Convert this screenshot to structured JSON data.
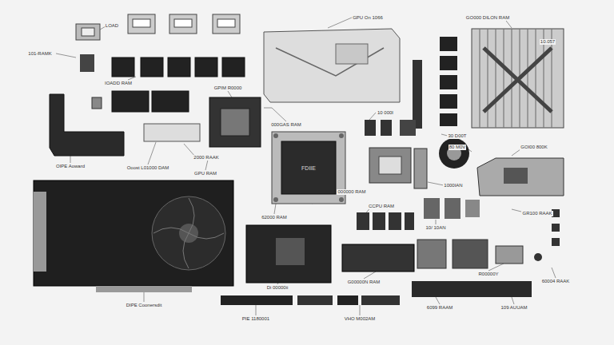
{
  "diagram": {
    "labels": [
      "LOAD",
      "101-RAMK",
      "IOADD RAM",
      "GPIM R0000",
      "GPU On 1066",
      "GO000 DILON RAM",
      "10.057",
      "10 000I",
      "000GAS RAM",
      "2000 RAAK",
      "30 D00T",
      "80 M0V",
      "GOI00 800K",
      "OIPE Aoward",
      "Ooost L01000 DAM",
      "GPU RAM",
      "FDIIE",
      "000000 RAM",
      "1000IAN",
      "CCPU RAM",
      "62000 RAM",
      "GR100 RAAK",
      "10/ 10AN",
      "R00000Y",
      "60004 RAAK",
      "Di 00000ii",
      "G00000N RAM",
      "DIPE Coonersdit",
      "6099 RAAM",
      "109 AUUAM",
      "PIE 1180001",
      "VHO M002AM"
    ]
  }
}
